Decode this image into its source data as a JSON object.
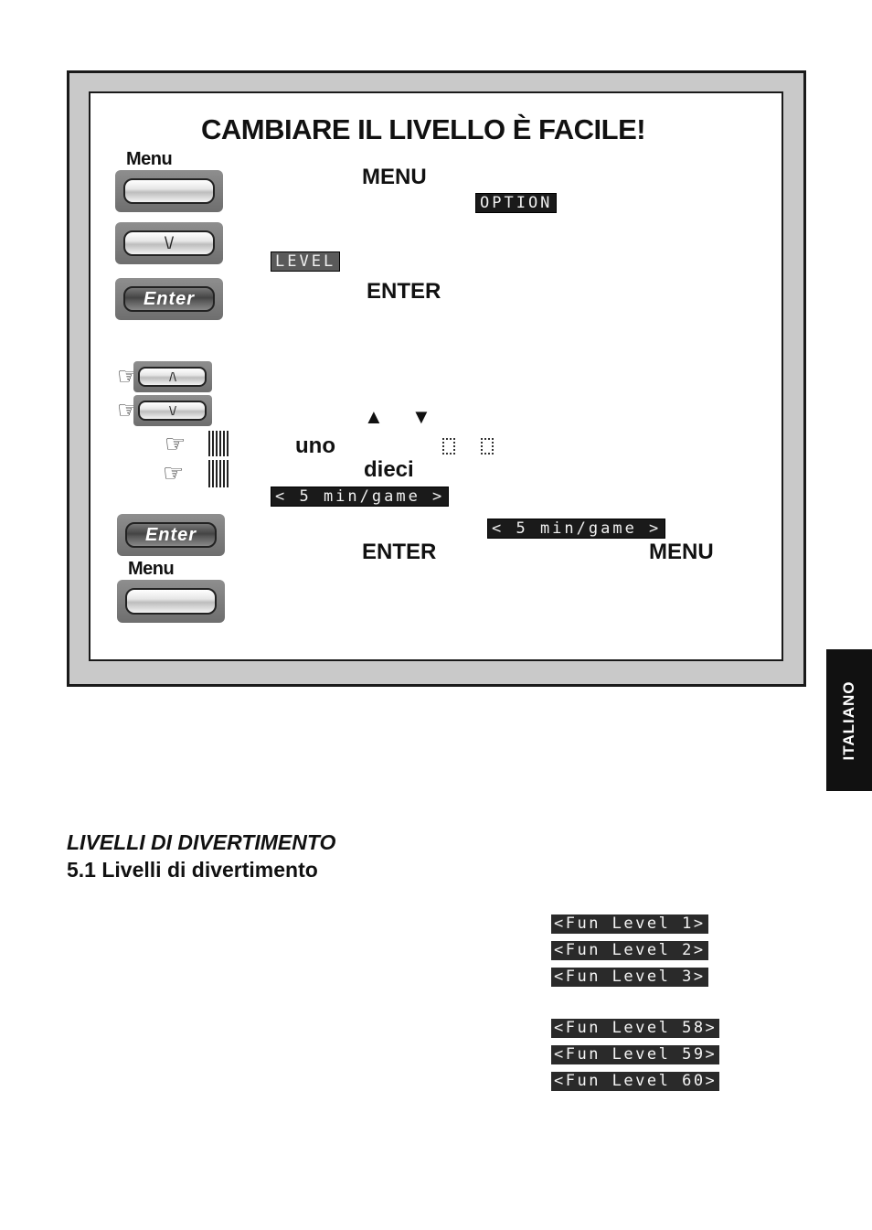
{
  "panel": {
    "title": "CAMBIARE IL LIVELLO È FACILE!",
    "menu_keyword_1": "MENU",
    "enter_keyword_1": "ENTER",
    "up_arrow": "▲",
    "down_arrow": "▼",
    "uno": "uno",
    "dieci": "dieci",
    "enter_keyword_2": "ENTER",
    "menu_keyword_2": "MENU"
  },
  "buttons": {
    "menu_label_1": "Menu",
    "menu_label_2": "Menu",
    "enter_label_1": "Enter",
    "enter_label_2": "Enter",
    "down_glyph": "\\/",
    "up_glyph": "/\\",
    "down_glyph_small": "\\/"
  },
  "lcd": {
    "option": "OPTION",
    "level": "LEVEL",
    "min_game_1": "< 5 min/game >",
    "min_game_2": "< 5 min/game >"
  },
  "sidebar_tab": "ITALIANO",
  "section": {
    "title": "LIVELLI DI DIVERTIMENTO",
    "subtitle": "5.1 Livelli di divertimento"
  },
  "fun_levels_top": [
    "<Fun Level 1>",
    "<Fun Level 2>",
    "<Fun Level 3>"
  ],
  "fun_levels_bottom": [
    "<Fun Level 58>",
    "<Fun Level 59>",
    "<Fun Level 60>"
  ]
}
